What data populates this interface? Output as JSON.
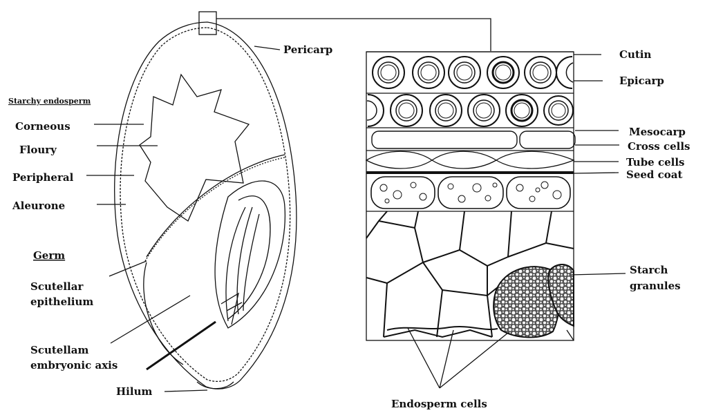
{
  "diagram": {
    "kernel_labels": {
      "pericarp": "Pericarp",
      "starchy_endosperm": "Starchy endosperm",
      "corneous": "Corneous",
      "floury": "Floury",
      "peripheral": "Peripheral",
      "aleurone": "Aleurone",
      "germ": "Germ",
      "scutellar_line1": "Scutellar",
      "scutellar_line2": "epithelium",
      "scutellam_line1": "Scutellam",
      "scutellam_line2": "embryonic axis",
      "hilum": "Hilum"
    },
    "section_labels": {
      "cutin": "Cutin",
      "epicarp": "Epicarp",
      "mesocarp": "Mesocarp",
      "cross_cells": "Cross cells",
      "tube_cells": "Tube cells",
      "seed_coat": "Seed coat",
      "starch_line1": "Starch",
      "starch_line2": "granules",
      "endosperm_cells": "Endosperm cells"
    }
  }
}
